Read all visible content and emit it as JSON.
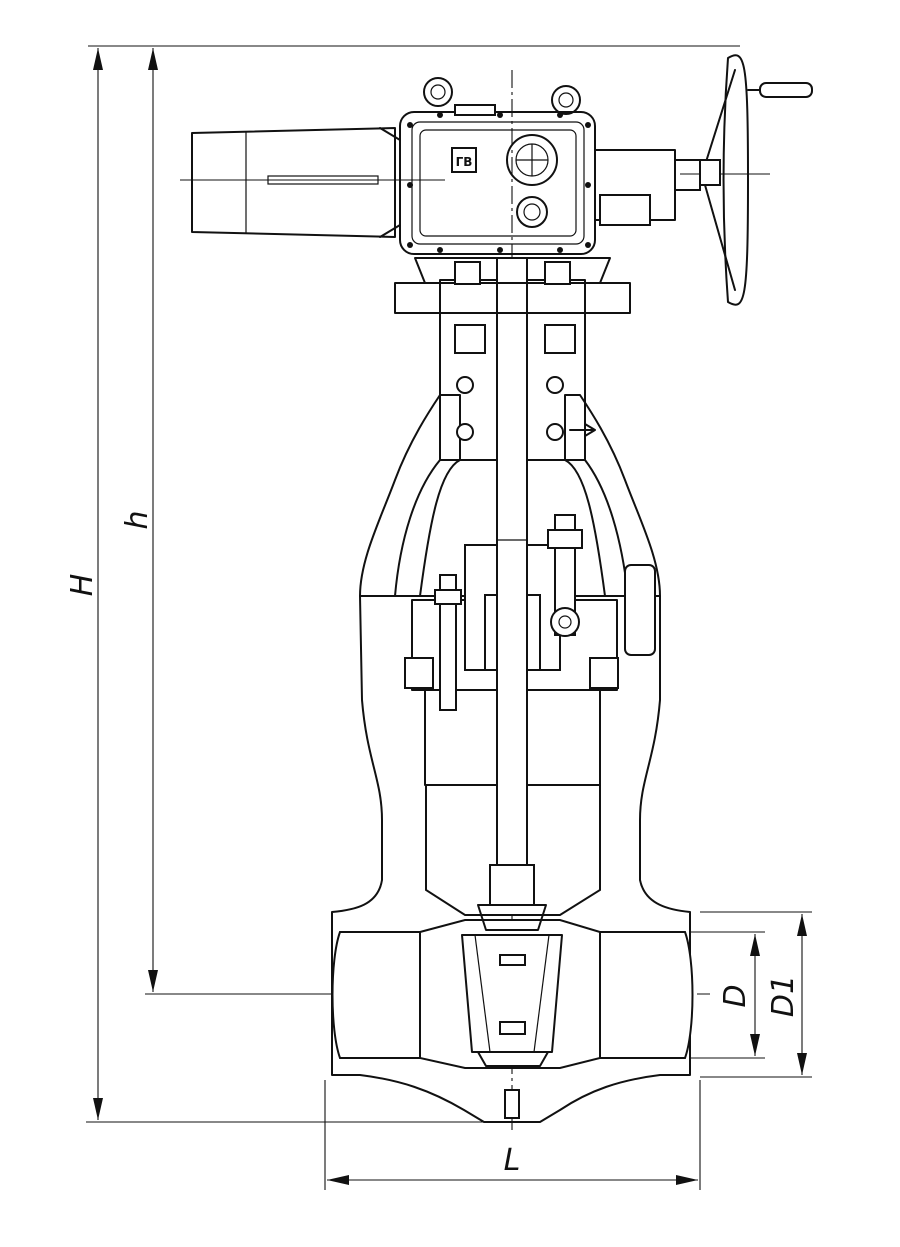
{
  "drawing": {
    "type": "gate valve with electric actuator, sectional view",
    "logo_text": "ГВ"
  },
  "dimensions": {
    "overall_height": "H",
    "height_to_axis": "h",
    "face_to_face_length": "L",
    "bore_diameter": "D",
    "end_diameter": "D1"
  }
}
